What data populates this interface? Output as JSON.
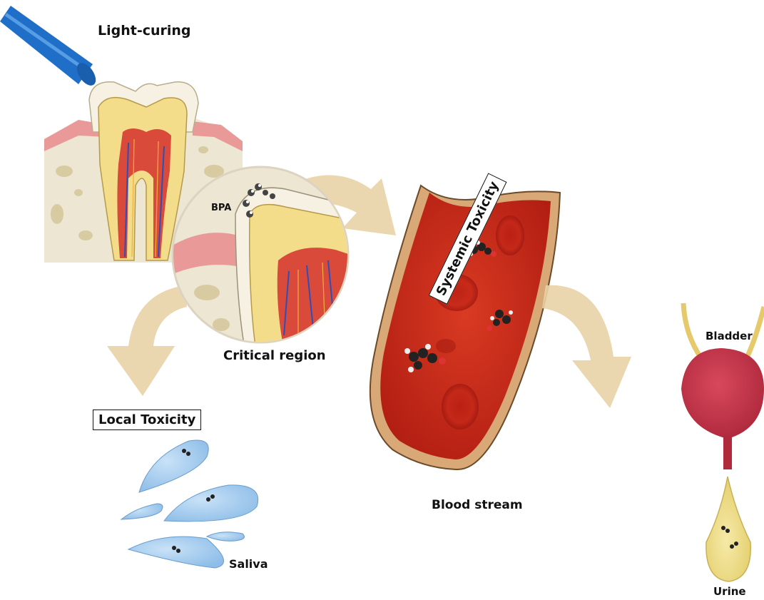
{
  "labels": {
    "light_curing": "Light-curing",
    "bpa": "BPA",
    "critical_region": "Critical region",
    "local_toxicity": "Local Toxicity",
    "systemic_toxicity": "Systemic Toxicity",
    "blood_stream": "Blood stream",
    "saliva": "Saliva",
    "bladder": "Bladder",
    "urine": "Urine"
  },
  "colors": {
    "light_rod": "#1f6fc9",
    "gum": "#e99a98",
    "bone": "#ece6d2",
    "dentin": "#f3dd8a",
    "pulp": "#d94a3a",
    "arrow": "#e9d3a6",
    "vessel_wall": "#d8a876",
    "blood": "#c8261a",
    "saliva_drop": "#a9cff0",
    "bladder": "#c8354a",
    "urine": "#f2e29a"
  }
}
